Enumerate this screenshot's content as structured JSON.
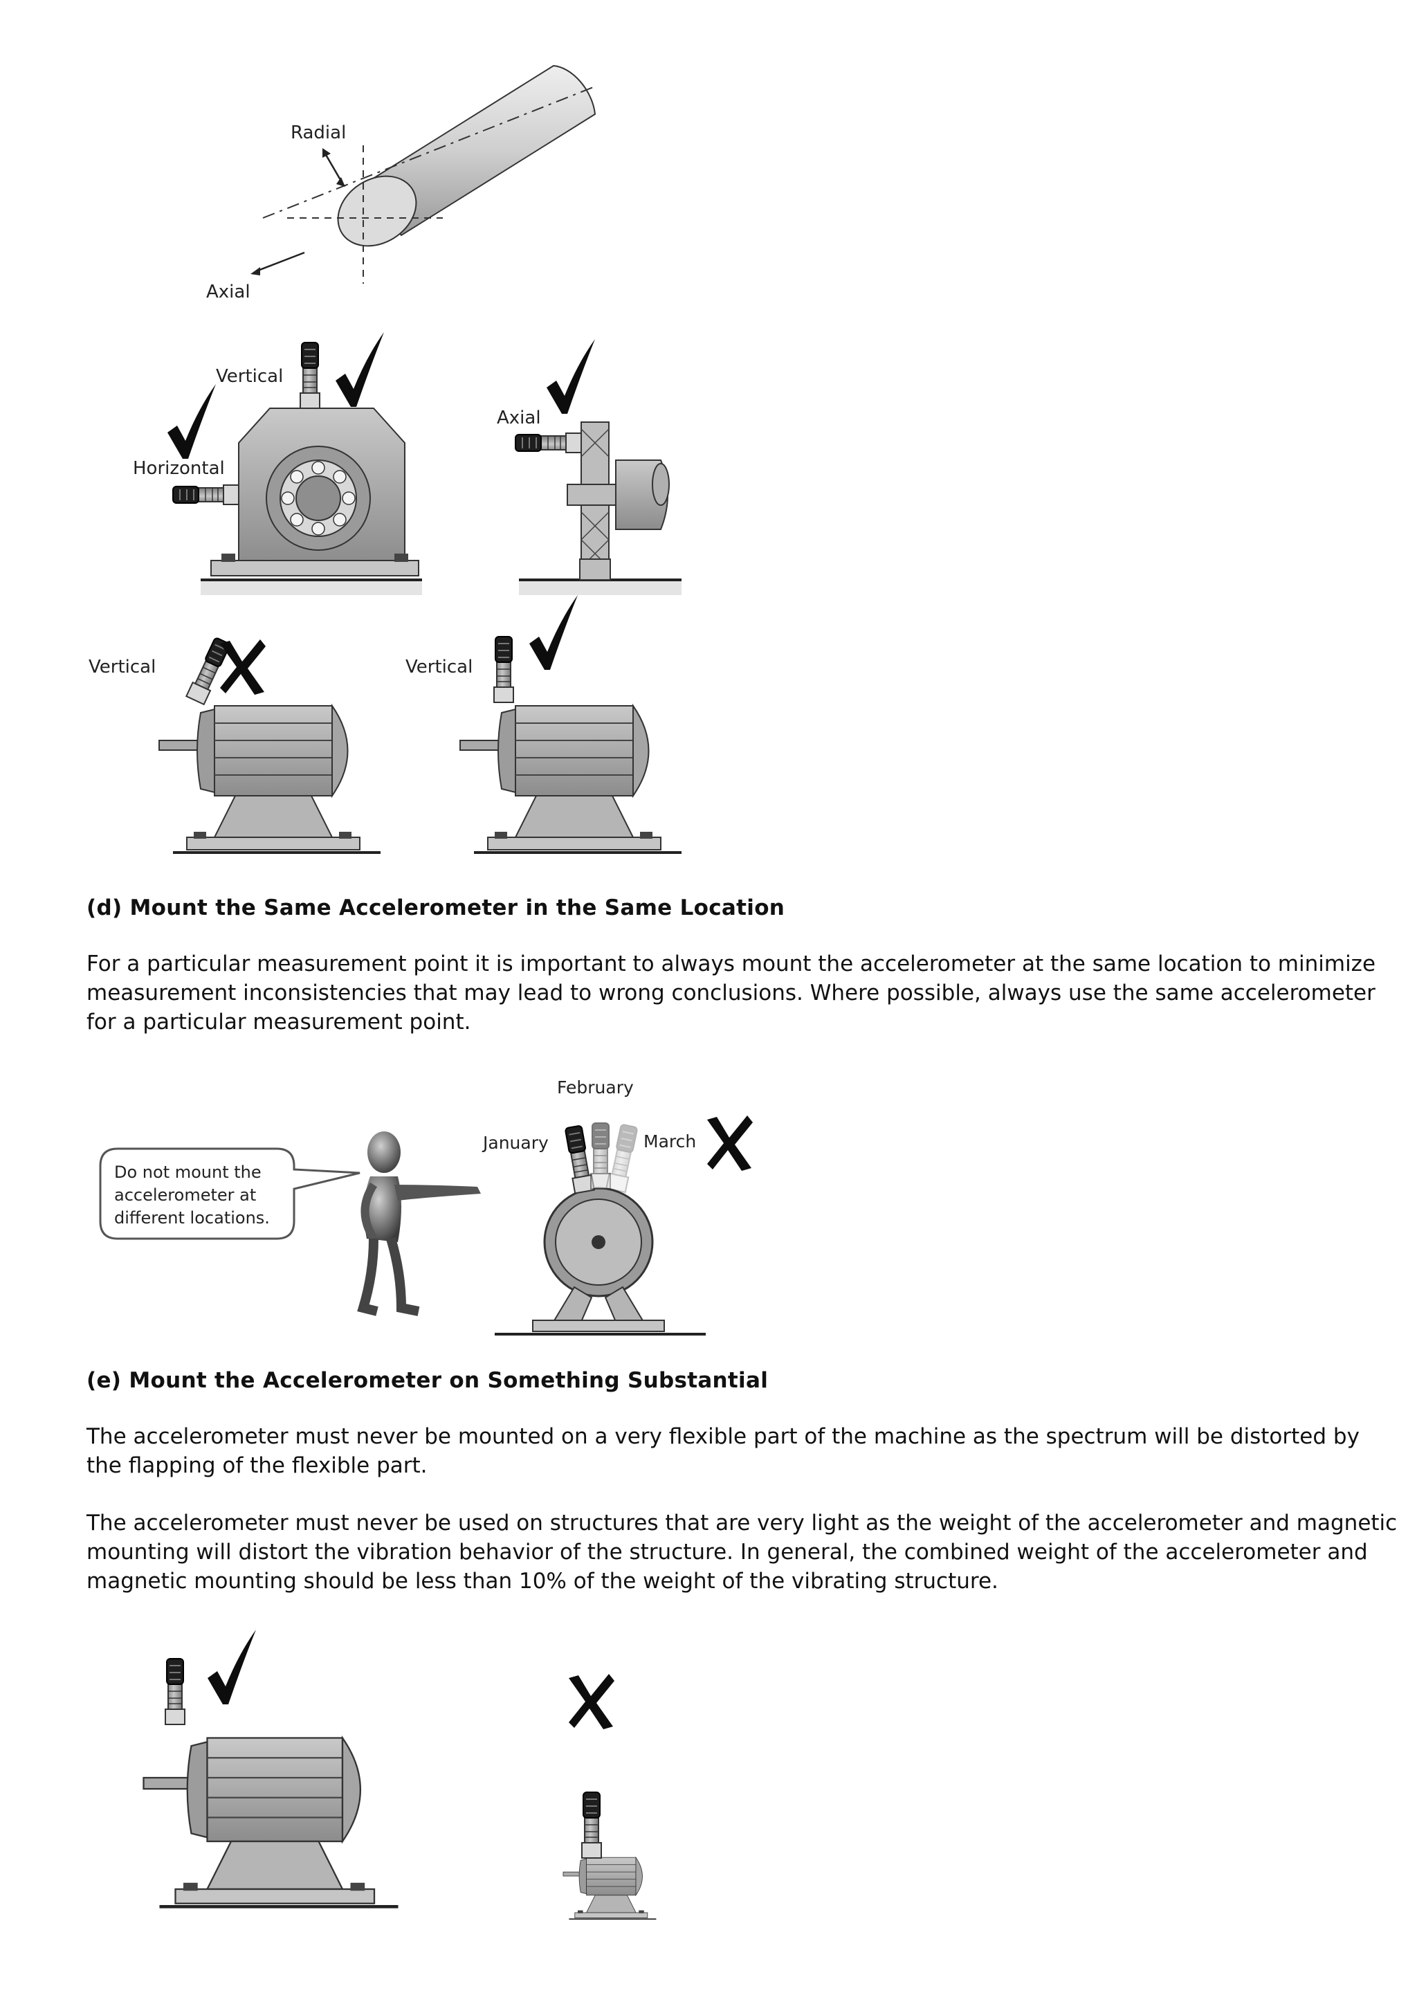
{
  "figures": {
    "shaft": {
      "radial_label": "Radial",
      "axial_label": "Axial"
    },
    "bearing": {
      "vertical_label": "Vertical",
      "horizontal_label": "Horizontal",
      "axial_label": "Axial"
    },
    "motor_pair": {
      "left_label": "Vertical",
      "right_label": "Vertical"
    },
    "location": {
      "speech_text": [
        "Do not mount the",
        "accelerometer at",
        "different locations."
      ],
      "january_label": "January",
      "february_label": "February",
      "march_label": "March"
    }
  },
  "section_d": {
    "heading": "(d) Mount the Same Accelerometer in the Same Location",
    "paragraph": "For a particular measurement point it is important to always mount the accelerometer at the same location to minimize measurement inconsistencies that may lead to wrong conclusions. Where possible, always use the same accelerometer for a particular measurement point."
  },
  "section_e": {
    "heading": "(e) Mount the Accelerometer on Something Substantial",
    "paragraph1": "The accelerometer must never be mounted on a very flexible part of the machine as the spectrum will be distorted by the flapping of the flexible part.",
    "paragraph2": "The accelerometer must never be used on structures that are very light as the weight of the accelerometer and magnetic mounting will distort the vibration behavior of the structure. In general, the combined weight of the accelerometer and magnetic mounting should be less than 10% of the weight of the vibrating structure."
  },
  "icons": {
    "correct": "check-mark-icon",
    "incorrect": "cross-mark-icon"
  }
}
